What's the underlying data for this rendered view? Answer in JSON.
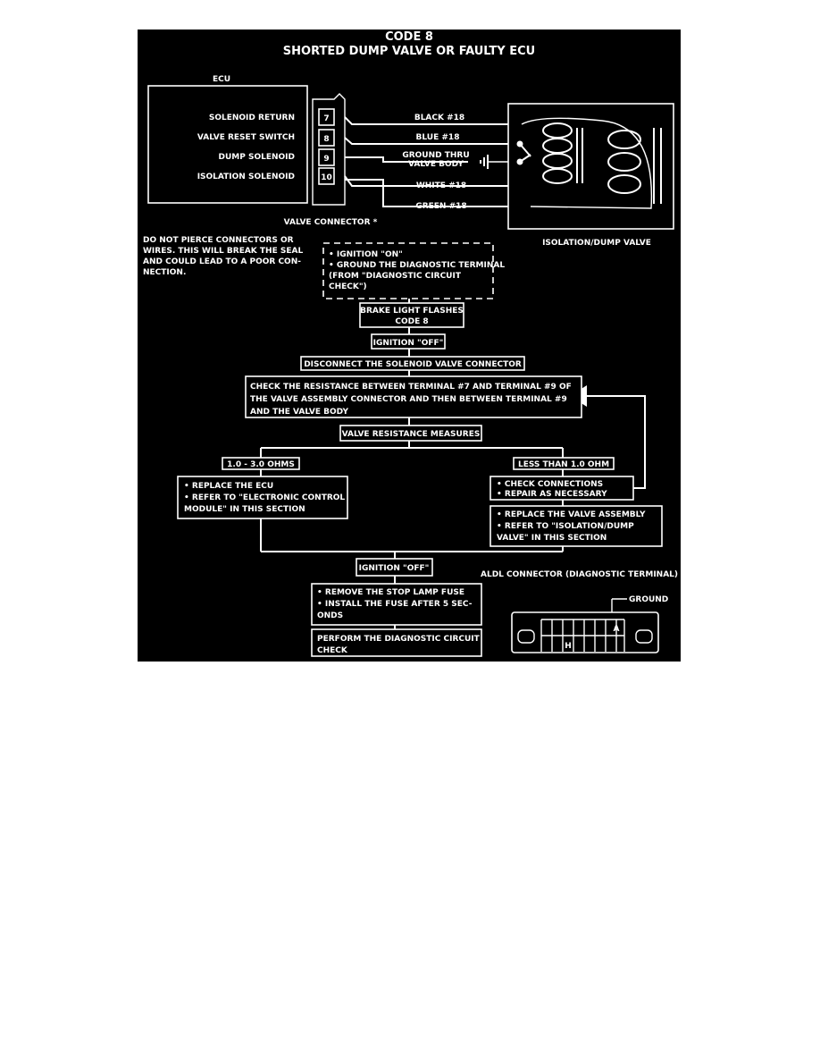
{
  "title": {
    "line1": "CODE 8",
    "line2": "SHORTED DUMP VALVE OR FAULTY ECU"
  },
  "ecu": {
    "label": "ECU",
    "pins": [
      "SOLENOID RETURN",
      "VALVE RESET SWITCH",
      "DUMP SOLENOID",
      "ISOLATION SOLENOID"
    ]
  },
  "connector": {
    "terminals": [
      "7",
      "8",
      "9",
      "10"
    ],
    "label": "VALVE CONNECTOR *"
  },
  "wires": {
    "black": "BLACK #18",
    "blue": "BLUE #18",
    "ground_l1": "GROUND THRU",
    "ground_l2": "VALVE BODY",
    "white": "WHITE #18",
    "green": "GREEN #18"
  },
  "valve_label": "ISOLATION/DUMP VALVE",
  "warning": [
    "DO NOT PIERCE CONNECTORS OR",
    "WIRES. THIS WILL BREAK THE SEAL",
    "AND COULD LEAD TO A POOR CON-",
    "NECTION."
  ],
  "steps": {
    "start": [
      "• IGNITION \"ON\"",
      "• GROUND THE DIAGNOSTIC TERMINAL",
      "  (FROM \"DIAGNOSTIC CIRCUIT",
      "  CHECK\")"
    ],
    "brake_light": [
      "BRAKE LIGHT FLASHES",
      "CODE 8"
    ],
    "ign_off_1": "IGNITION \"OFF\"",
    "disconnect": "DISCONNECT THE SOLENOID VALVE CONNECTOR",
    "check_resistance": [
      "CHECK THE RESISTANCE BETWEEN TERMINAL #7 AND TERMINAL #9 OF",
      "THE VALVE ASSEMBLY CONNECTOR AND THEN BETWEEN TERMINAL #9",
      "AND THE VALVE BODY"
    ],
    "measures": "VALVE RESISTANCE MEASURES",
    "ohms_ok": "1.0 - 3.0 OHMS",
    "ohms_low": "LESS THAN 1.0 OHM",
    "replace_ecu": [
      "• REPLACE THE ECU",
      "• REFER TO \"ELECTRONIC CONTROL",
      "  MODULE\" IN THIS SECTION"
    ],
    "check_conn": [
      "• CHECK CONNECTIONS",
      "• REPAIR AS NECESSARY"
    ],
    "replace_valve": [
      "• REPLACE THE VALVE ASSEMBLY",
      "• REFER TO \"ISOLATION/DUMP",
      "  VALVE\" IN THIS SECTION"
    ],
    "ign_off_2": "IGNITION \"OFF\"",
    "fuse": [
      "• REMOVE THE STOP LAMP FUSE",
      "• INSTALL THE FUSE AFTER 5 SEC-",
      "  ONDS"
    ],
    "perform": [
      "PERFORM THE DIAGNOSTIC CIRCUIT",
      "CHECK"
    ]
  },
  "aldl": {
    "label": "ALDL CONNECTOR (DIAGNOSTIC TERMINAL)",
    "ground": "GROUND",
    "pin_a": "A",
    "pin_h": "H"
  }
}
